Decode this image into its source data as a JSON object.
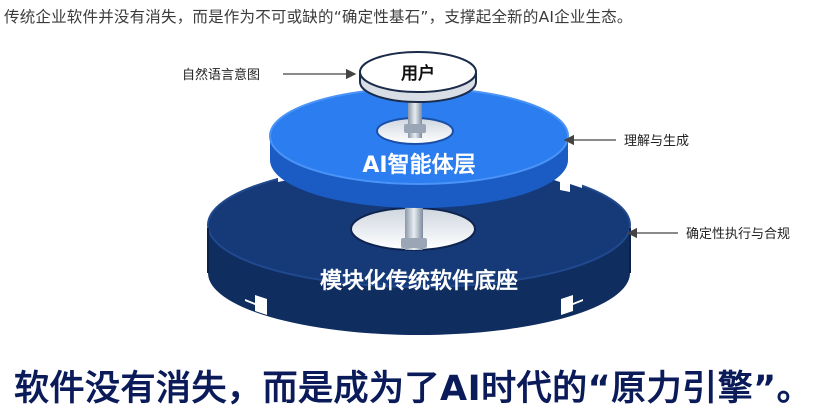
{
  "subtitle": "传统企业软件并没有消失，而是作为不可或缺的“确定性基石”，支撑起全新的AI企业生态。",
  "layers": {
    "top": "用户",
    "middle": "AI智能体层",
    "bottom": "模块化传统软件底座"
  },
  "annotations": {
    "user_intent": "自然语言意图",
    "understand_generate": "理解与生成",
    "deterministic_compliance": "确定性执行与合规"
  },
  "headline": "软件没有消失，而是成为了AI时代的“原力引擎”。",
  "colors": {
    "navy": "#13356e",
    "blue": "#1f6fe0",
    "headline": "#0b1b5a"
  }
}
